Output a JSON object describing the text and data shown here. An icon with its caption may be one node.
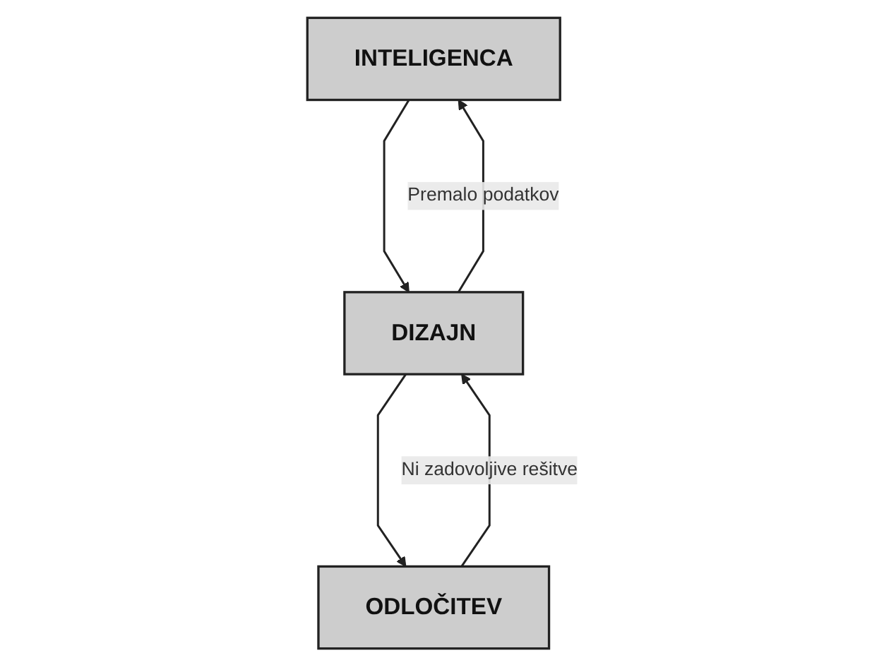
{
  "diagram": {
    "nodes": [
      {
        "text": [
          "INTELIGENCA"
        ]
      },
      {
        "text": [
          "DIZAJN"
        ]
      },
      {
        "text": [
          "ODLOČITEV"
        ]
      }
    ],
    "edges": [
      {
        "from": 0,
        "to": 1,
        "arrow": "to"
      },
      {
        "from": 1,
        "to": 2,
        "arrow": "to"
      },
      {
        "from": 1,
        "to": 0,
        "arrow": "to",
        "label": "Premalo podatkov"
      },
      {
        "from": 2,
        "to": 1,
        "arrow": "to",
        "label": "Ni zadovoljive rešitve"
      }
    ]
  }
}
